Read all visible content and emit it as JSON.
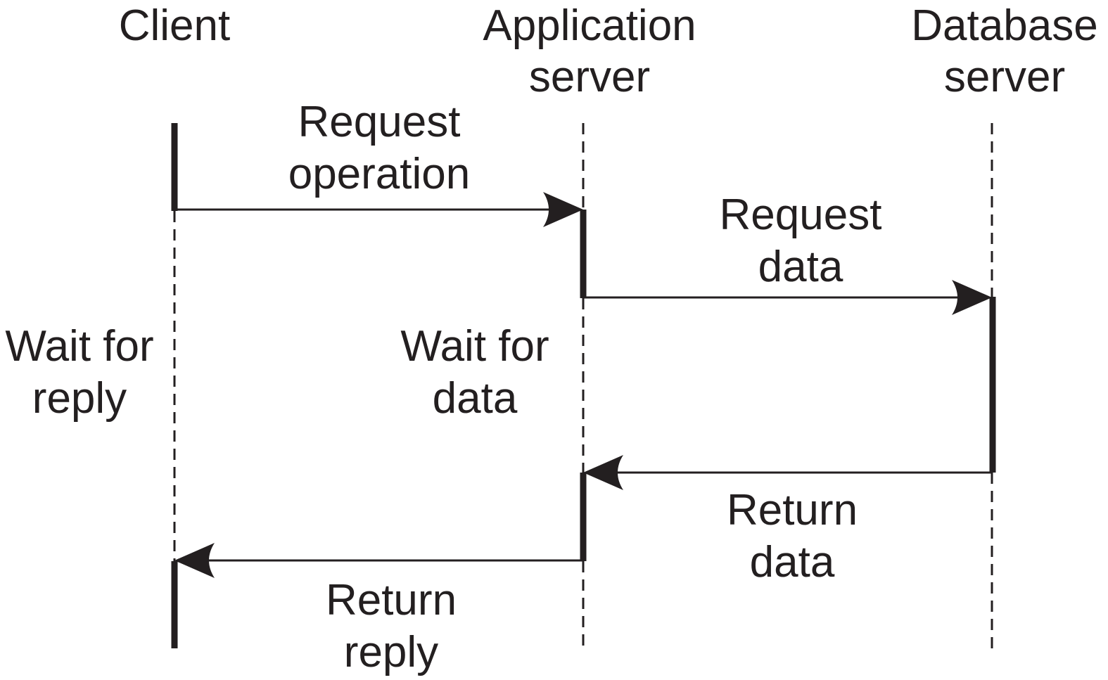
{
  "participants": {
    "client": {
      "label": "Client"
    },
    "app": {
      "line1": "Application",
      "line2": "server"
    },
    "db": {
      "line1": "Database",
      "line2": "server"
    }
  },
  "messages": {
    "request_operation": {
      "line1": "Request",
      "line2": "operation"
    },
    "request_data": {
      "line1": "Request",
      "line2": "data"
    },
    "return_data": {
      "line1": "Return",
      "line2": "data"
    },
    "return_reply": {
      "line1": "Return",
      "line2": "reply"
    }
  },
  "notes": {
    "wait_reply": {
      "line1": "Wait for",
      "line2": "reply"
    },
    "wait_data": {
      "line1": "Wait for",
      "line2": "data"
    }
  },
  "colors": {
    "ink": "#231f20",
    "background": "#ffffff"
  }
}
